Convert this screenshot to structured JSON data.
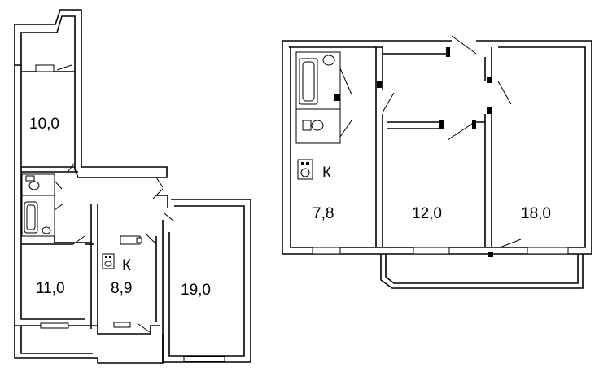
{
  "plans": [
    {
      "rooms": [
        {
          "area": "10,0"
        },
        {
          "area": "11,0"
        },
        {
          "area": "8,9"
        },
        {
          "area": "19,0"
        }
      ],
      "kitchen_label": "К"
    },
    {
      "rooms": [
        {
          "area": "7,8"
        },
        {
          "area": "12,0"
        },
        {
          "area": "18,0"
        }
      ],
      "kitchen_label": "К"
    }
  ],
  "colors": {
    "wall": "#000000",
    "background": "#ffffff"
  }
}
